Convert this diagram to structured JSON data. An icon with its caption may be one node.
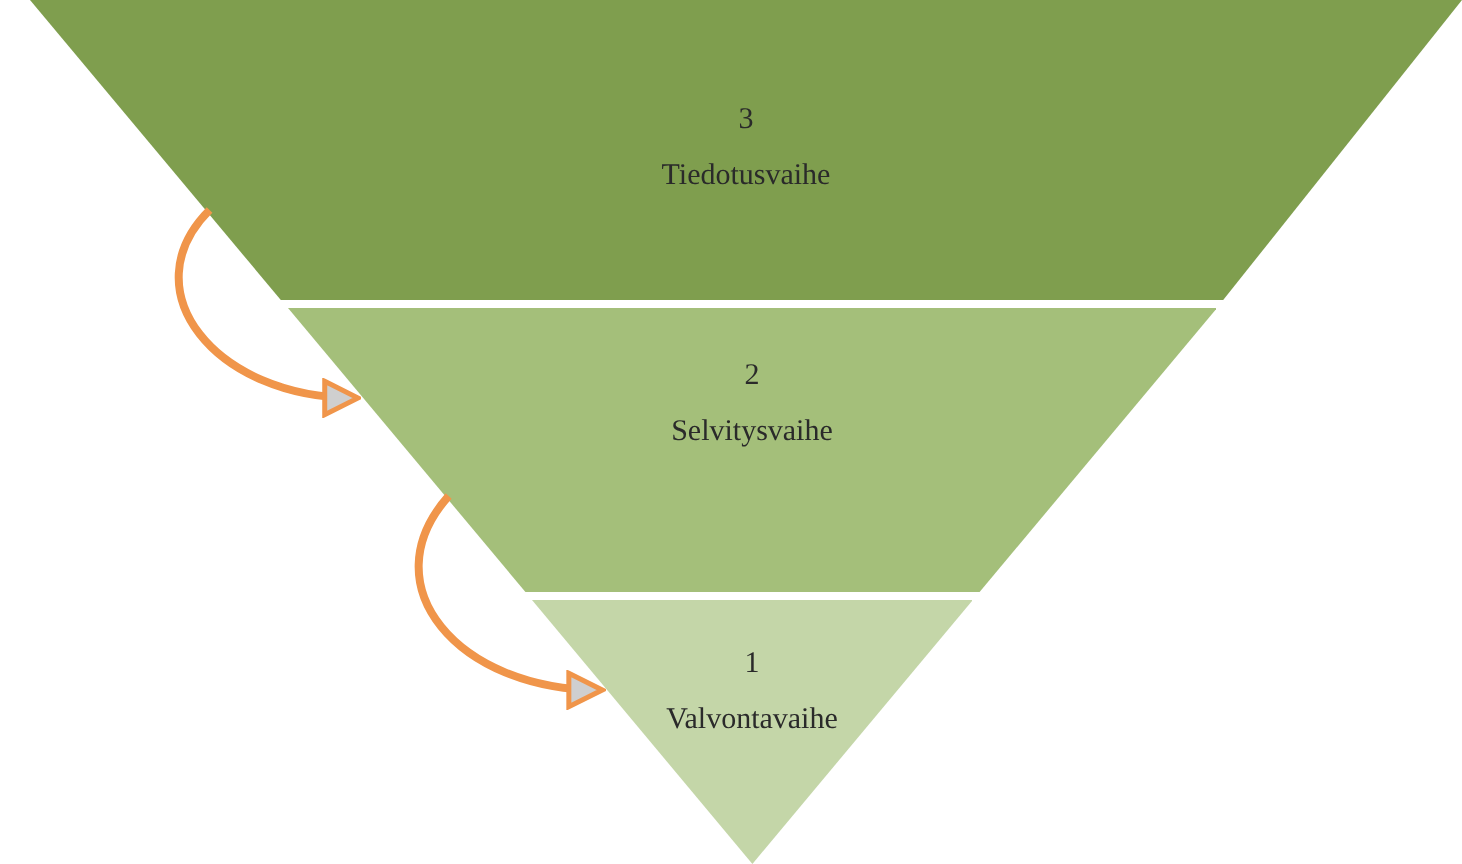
{
  "diagram": {
    "nodes": [
      {
        "text": [
          "3",
          "Tiedotusvaihe"
        ]
      },
      {
        "text": [
          "2",
          "Selvitysvaihe"
        ]
      },
      {
        "text": [
          "1",
          "Valvontavaihe"
        ]
      }
    ],
    "edges": [
      {
        "from": 0,
        "to": 1,
        "arrow": "to"
      },
      {
        "from": 1,
        "to": 2,
        "arrow": "to"
      }
    ]
  }
}
